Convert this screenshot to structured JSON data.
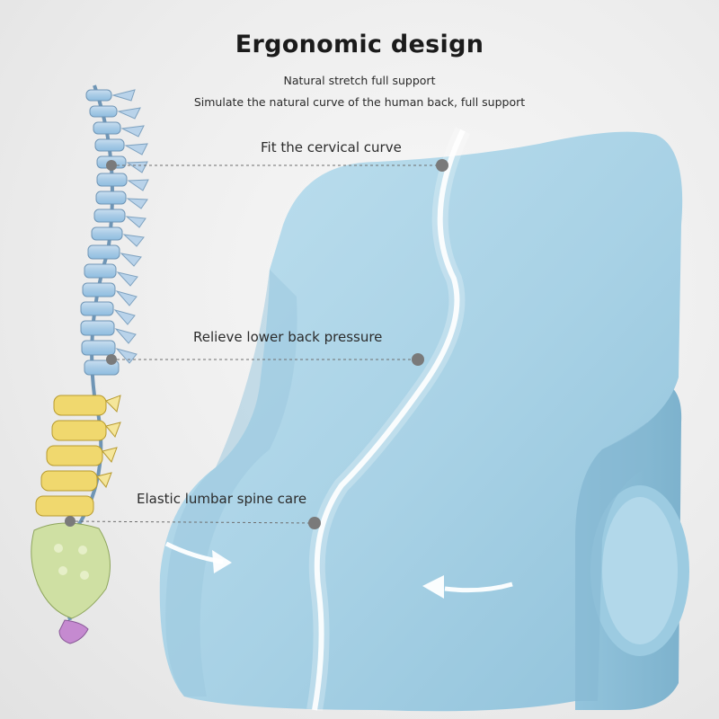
{
  "header": {
    "title": "Ergonomic design",
    "subtitle_1": "Natural stretch full support",
    "subtitle_2": "Simulate the natural curve of the human back, full support"
  },
  "callouts": [
    {
      "label": "Fit the cervical curve"
    },
    {
      "label": "Relieve lower back pressure"
    },
    {
      "label": "Elastic lumbar spine care"
    }
  ],
  "colors": {
    "pillow": "#a9d3e6",
    "pillow_shadow": "#7fb4cf",
    "spine_cervical": "#9fc9e6",
    "spine_lumbar": "#f2dd7a",
    "sacrum": "#cfe0a3",
    "coccyx": "#c58ad0",
    "leader_line": "#6e6e6e",
    "dot": "#7a7a7a"
  }
}
